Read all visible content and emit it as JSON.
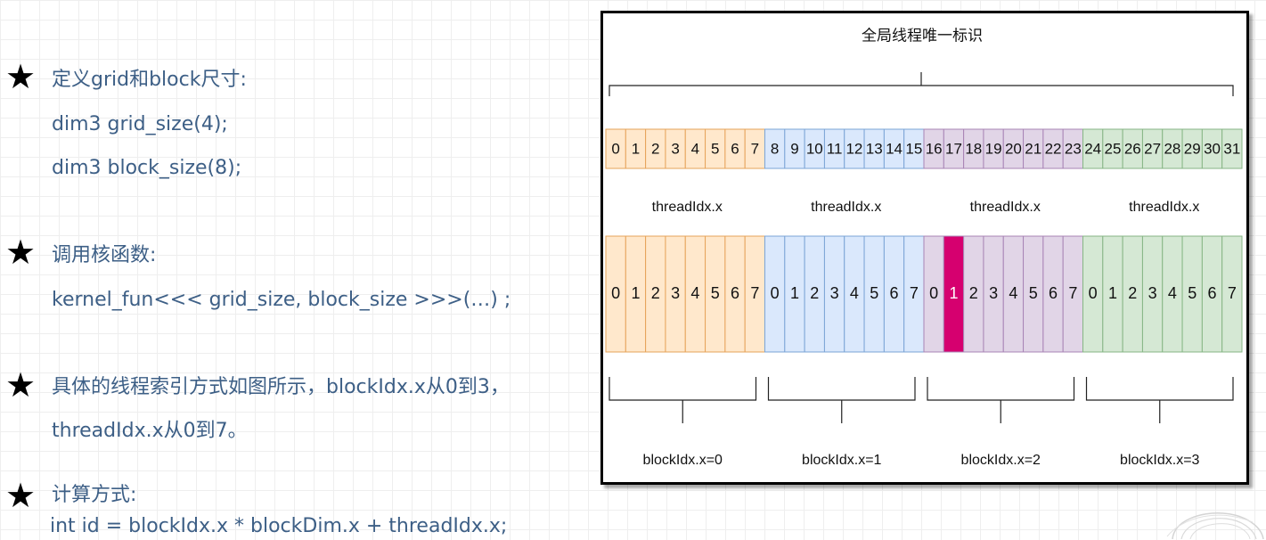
{
  "bullets": [
    {
      "lines": [
        "定义grid和block尺寸:",
        "dim3 grid_size(4);",
        "dim3 block_size(8);"
      ]
    },
    {
      "lines": [
        "调用核函数:",
        "kernel_fun<<< grid_size, block_size >>>(…) ;"
      ]
    },
    {
      "lines": [
        "具体的线程索引方式如图所示，blockIdx.x从0到3，",
        "threadIdx.x从0到7。"
      ]
    },
    {
      "lines": [
        "计算方式:",
        "int id = blockIdx.x * blockDim.x + threadIdx.x;"
      ]
    }
  ],
  "diagram": {
    "title": "全局线程唯一标识",
    "global_indices": [
      "0",
      "1",
      "2",
      "3",
      "4",
      "5",
      "6",
      "7",
      "8",
      "9",
      "10",
      "11",
      "12",
      "13",
      "14",
      "15",
      "16",
      "17",
      "18",
      "19",
      "20",
      "21",
      "22",
      "23",
      "24",
      "25",
      "26",
      "27",
      "28",
      "29",
      "30",
      "31"
    ],
    "thread_label": "threadIdx.x",
    "thread_indices": [
      "0",
      "1",
      "2",
      "3",
      "4",
      "5",
      "6",
      "7"
    ],
    "highlight": {
      "block": 2,
      "thread": 1,
      "color": "#d6006f"
    },
    "blocks": [
      {
        "label": "blockIdx.x=0",
        "color": "#ffe8cc",
        "border": "#e6a35a"
      },
      {
        "label": "blockIdx.x=1",
        "color": "#dae8fc",
        "border": "#7ba4d6"
      },
      {
        "label": "blockIdx.x=2",
        "color": "#e1d5e7",
        "border": "#a884b5"
      },
      {
        "label": "blockIdx.x=3",
        "color": "#d5e8d4",
        "border": "#86b584"
      }
    ]
  }
}
